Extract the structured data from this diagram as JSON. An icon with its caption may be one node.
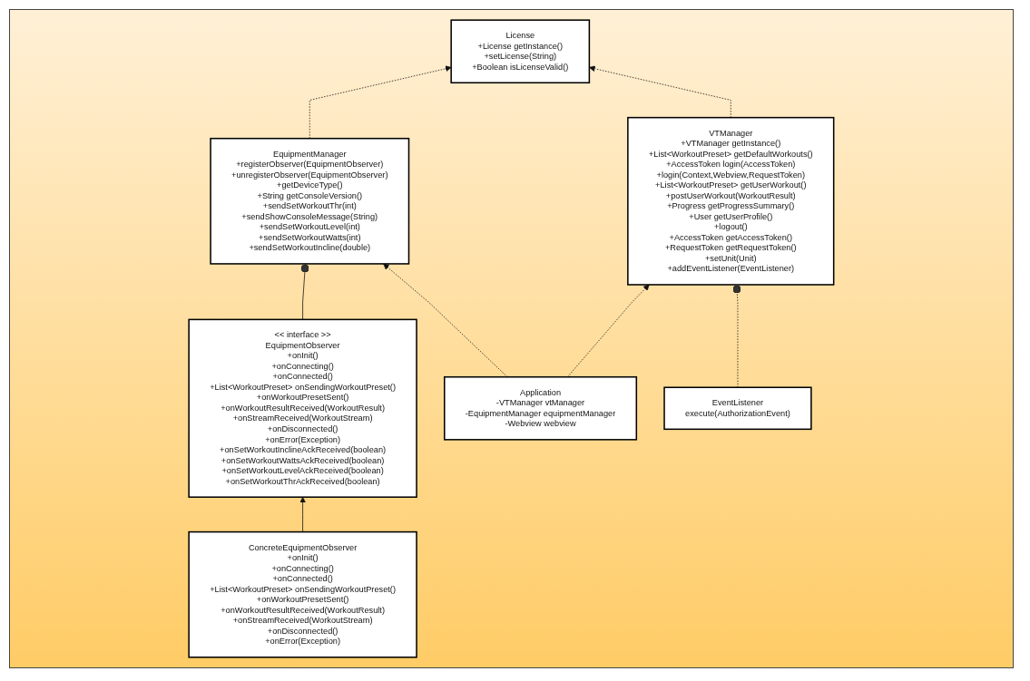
{
  "diagram": {
    "nodes": [
      {
        "text": [
          "License",
          "+License getInstance()",
          "+setLicense(String)",
          "+Boolean isLicenseValid()"
        ]
      },
      {
        "text": [
          "<< interface >>",
          "EquipmentObserver",
          "+onInit()",
          "+onConnecting()",
          "+onConnected()",
          "+List<WorkoutPreset> onSendingWorkoutPreset()",
          "+onWorkoutPresetSent()",
          "+onWorkoutResultReceived(WorkoutResult)",
          "+onStreamReceived(WorkoutStream)",
          "+onDisconnected()",
          "+onError(Exception)",
          "+onSetWorkoutInclineAckReceived(boolean)",
          "+onSetWorkoutWattsAckReceived(boolean)",
          "+onSetWorkoutLevelAckReceived(boolean)",
          "+onSetWorkoutThrAckReceived(boolean)"
        ]
      },
      {
        "text": [
          "EquipmentManager",
          "+registerObserver(EquipmentObserver)",
          "+unregisterObserver(EquipmentObserver)",
          "+getDeviceType()",
          "+String getConsoleVersion()",
          "+sendSetWorkoutThr(int)",
          "+sendShowConsoleMessage(String)",
          "+sendSetWorkoutLevel(int)",
          "+sendSetWorkoutWatts(int)",
          "+sendSetWorkoutIncline(double)"
        ]
      },
      {
        "text": [
          "VTManager",
          "+VTManager getInstance()",
          "+List<WorkoutPreset> getDefaultWorkouts()",
          "+AccessToken login(AccessToken)",
          "+login(Context,Webview,RequestToken)",
          "+List<WorkoutPreset> getUserWorkout()",
          "+postUserWorkout(WorkoutResult)",
          "+Progress getProgressSummary()",
          "+User getUserProfile()",
          "+logout()",
          "+AccessToken getAccessToken()",
          "+RequestToken getRequestToken()",
          "+setUnit(Unit)",
          "+addEventListener(EventListener)"
        ]
      },
      {
        "text": [
          "ConcreteEquipmentObserver",
          "+onInit()",
          "+onConnecting()",
          "+onConnected()",
          "+List<WorkoutPreset> onSendingWorkoutPreset()",
          "+onWorkoutPresetSent()",
          "+onWorkoutResultReceived(WorkoutResult)",
          "+onStreamReceived(WorkoutStream)",
          "+onDisconnected()",
          "+onError(Exception)"
        ]
      },
      {
        "text": [
          "Application",
          "-VTManager vtManager",
          "-EquipmentManager equipmentManager",
          "-Webview webview"
        ]
      },
      {
        "text": [
          "EventListener",
          "execute(AuthorizationEvent)"
        ]
      }
    ],
    "edges": [
      {
        "from": 2,
        "to": 0,
        "arrow": "to",
        "style": "dashed"
      },
      {
        "from": 3,
        "to": 0,
        "arrow": "to",
        "style": "dashed"
      },
      {
        "from": 1,
        "to": 2,
        "arrow": "other"
      },
      {
        "from": 4,
        "to": 1,
        "arrow": "to"
      },
      {
        "from": 5,
        "to": 2,
        "arrow": "to",
        "style": "dashed"
      },
      {
        "from": 5,
        "to": 3,
        "arrow": "to",
        "style": "dashed"
      },
      {
        "from": 6,
        "to": 3,
        "arrow": "other",
        "style": "dashed"
      }
    ]
  }
}
